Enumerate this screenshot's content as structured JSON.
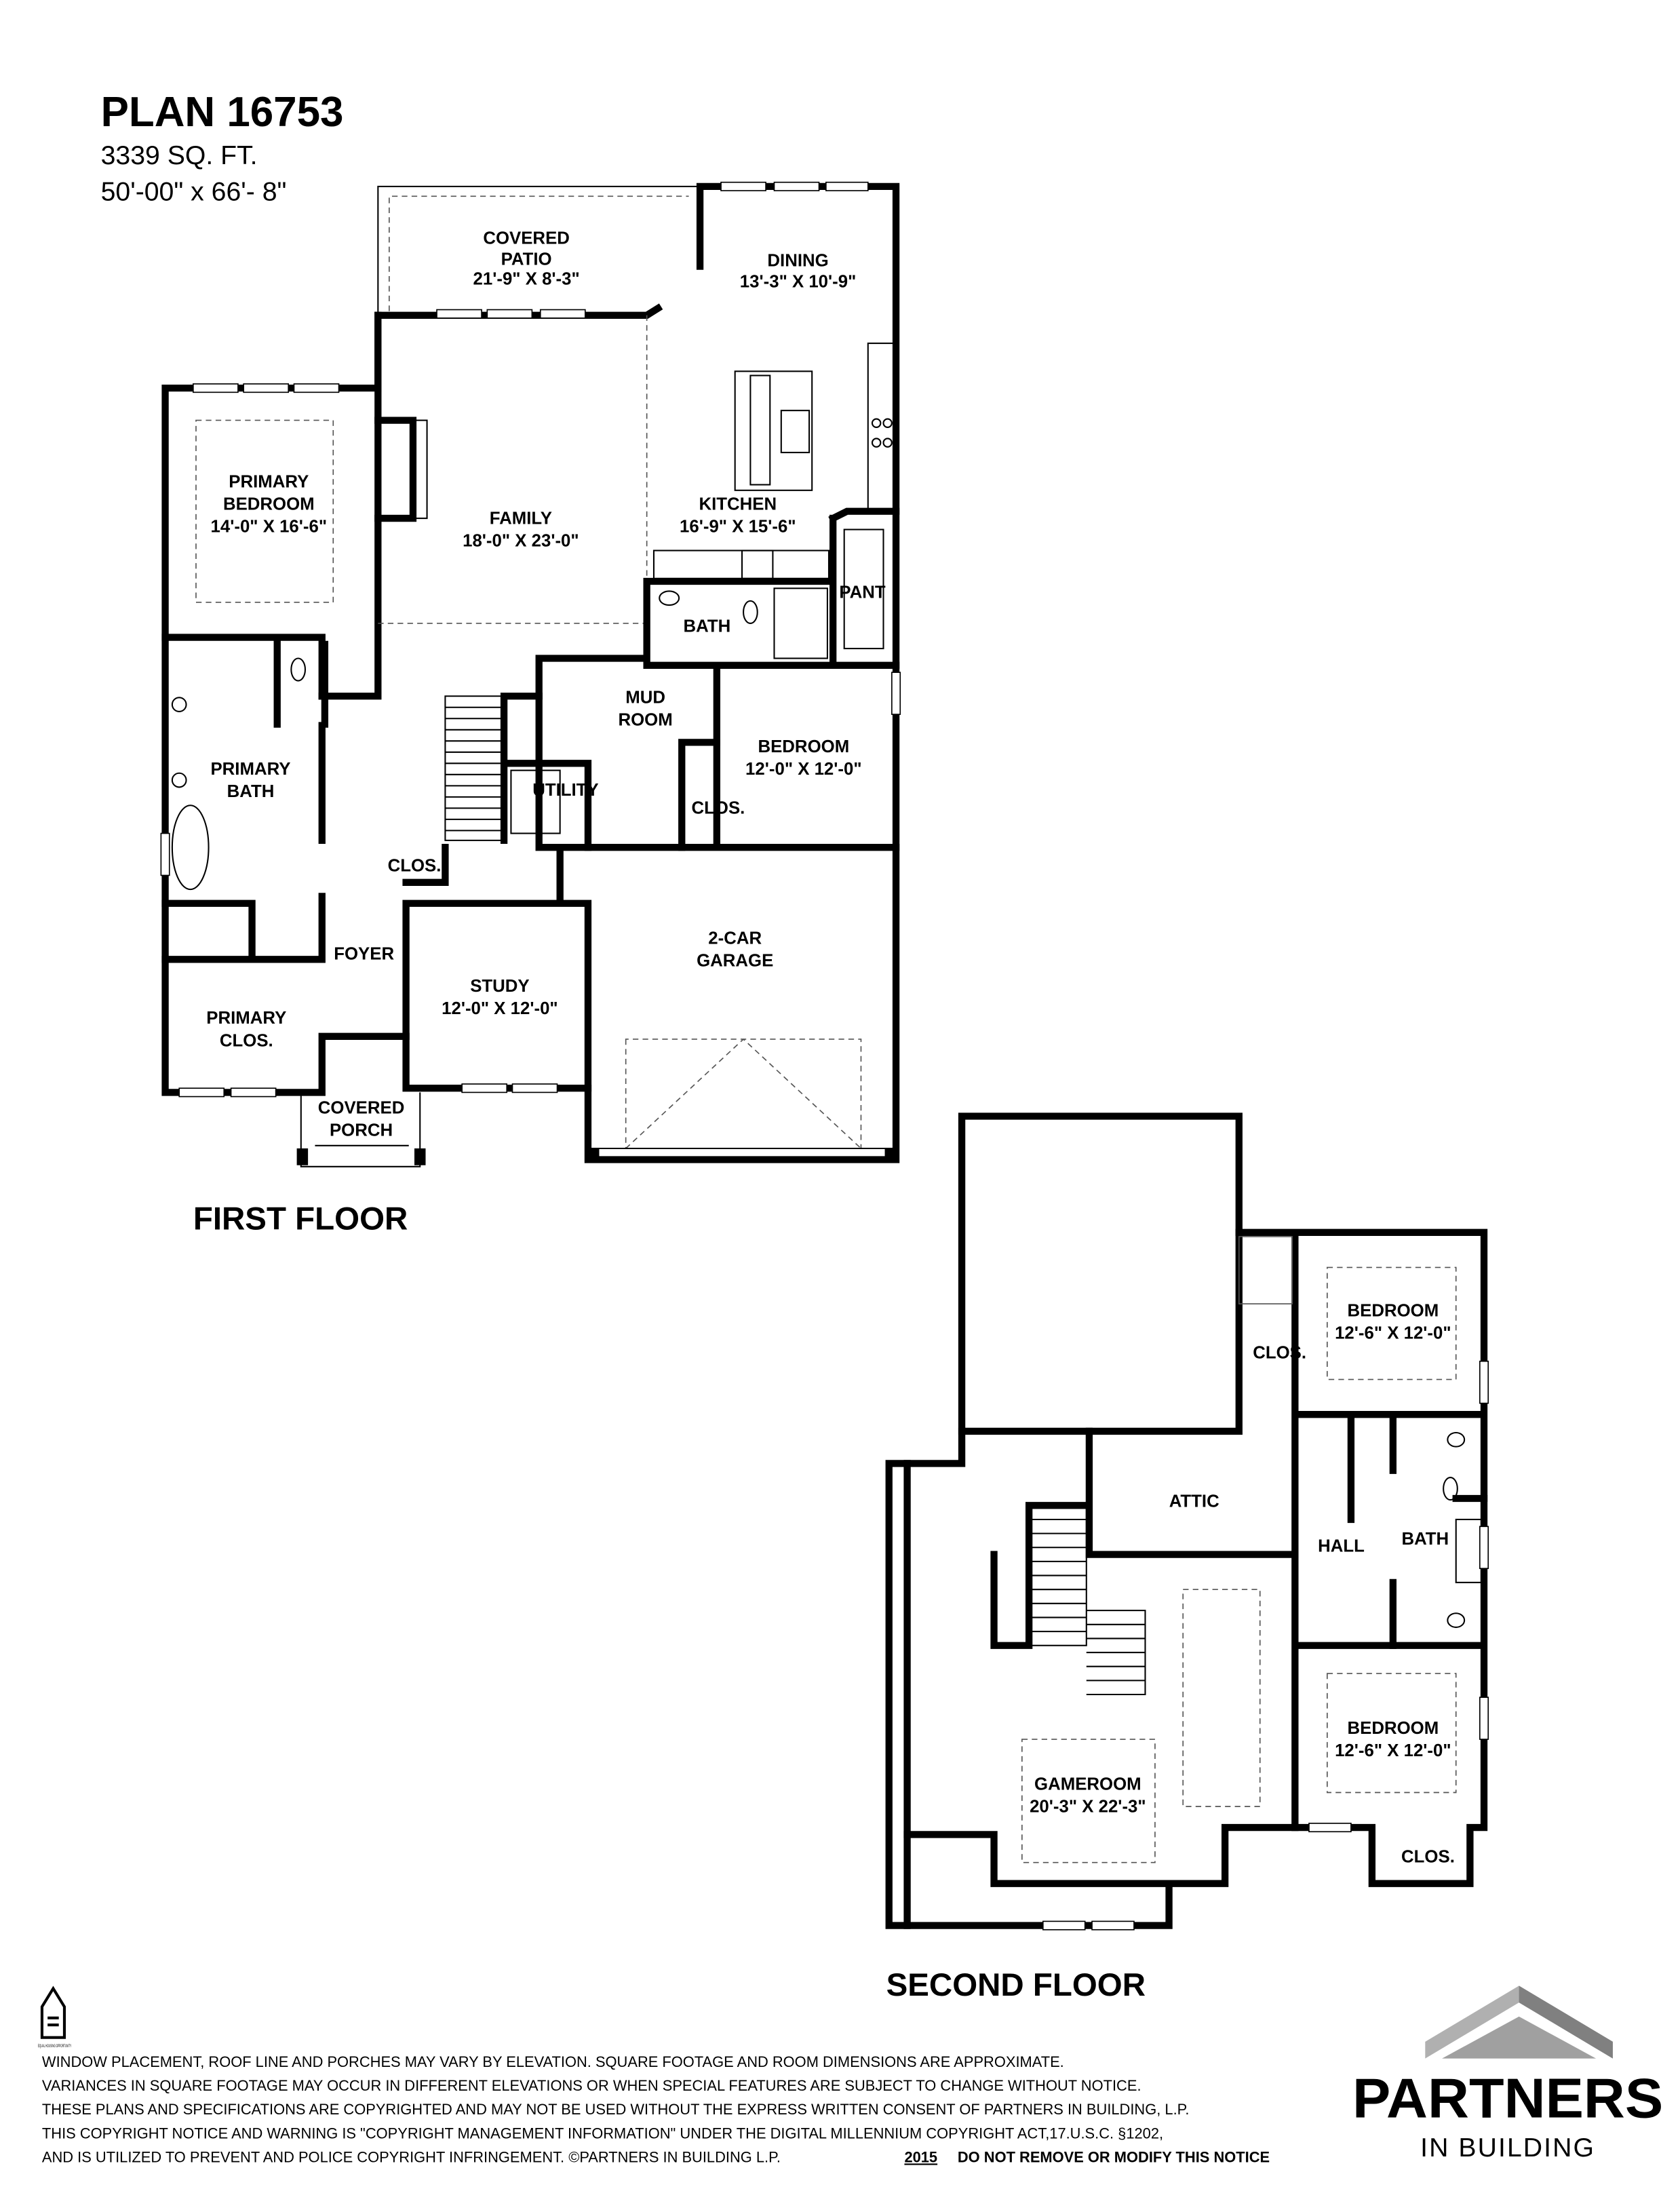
{
  "header": {
    "plan": "PLAN 16753",
    "sqft": "3339 SQ. FT.",
    "dimensions": "50'-00\" x 66'- 8\""
  },
  "first_floor": {
    "title": "FIRST FLOOR",
    "rooms": {
      "covered_patio": [
        "COVERED",
        "PATIO",
        "21'-9\" X 8'-3\""
      ],
      "dining": [
        "DINING",
        "13'-3\" X 10'-9\""
      ],
      "primary_bedroom": [
        "PRIMARY",
        "BEDROOM",
        "14'-0\" X 16'-6\""
      ],
      "family": [
        "FAMILY",
        "18'-0\" X 23'-0\""
      ],
      "kitchen": [
        "KITCHEN",
        "16'-9\" X 15'-6\""
      ],
      "pant": "PANT",
      "bath": "BATH",
      "mud_room": [
        "MUD",
        "ROOM"
      ],
      "bedroom": [
        "BEDROOM",
        "12'-0\" X 12'-0\""
      ],
      "primary_bath": [
        "PRIMARY",
        "BATH"
      ],
      "utility": "UTILITY",
      "clos_bedroom": "CLOS.",
      "clos_foyer": "CLOS.",
      "foyer": "FOYER",
      "study": [
        "STUDY",
        "12'-0\" X 12'-0\""
      ],
      "garage": [
        "2-CAR",
        "GARAGE"
      ],
      "primary_clos": [
        "PRIMARY",
        "CLOS."
      ],
      "covered_porch": [
        "COVERED",
        "PORCH"
      ]
    }
  },
  "second_floor": {
    "title": "SECOND FLOOR",
    "rooms": {
      "bedroom_top": [
        "BEDROOM",
        "12'-6\" X 12'-0\""
      ],
      "clos_top": "CLOS.",
      "attic": "ATTIC",
      "hall": "HALL",
      "bath": "BATH",
      "bedroom_bottom": [
        "BEDROOM",
        "12'-6\" X 12'-0\""
      ],
      "gameroom": [
        "GAMEROOM",
        "20'-3\" X 22'-3\""
      ],
      "clos_bottom": "CLOS."
    }
  },
  "disclaimer": [
    "WINDOW PLACEMENT, ROOF LINE AND PORCHES MAY VARY BY ELEVATION.  SQUARE FOOTAGE AND ROOM DIMENSIONS ARE APPROXIMATE.",
    "VARIANCES IN SQUARE FOOTAGE MAY OCCUR IN DIFFERENT ELEVATIONS OR  WHEN SPECIAL FEATURES ARE SUBJECT TO CHANGE WITHOUT NOTICE.",
    "THESE PLANS AND SPECIFICATIONS ARE COPYRIGHTED AND MAY NOT BE USED WITHOUT THE EXPRESS WRITTEN CONSENT OF PARTNERS IN BUILDING, L.P.",
    "THIS COPYRIGHT NOTICE AND WARNING IS \"COPYRIGHT MANAGEMENT INFORMATION\" UNDER THE DIGITAL MILLENNIUM COPYRIGHT ACT,17.U.S.C.        §1202,",
    "AND IS UTILIZED TO PREVENT AND POLICE COPYRIGHT INFRINGEMENT.  ©PARTNERS IN BUILDING L.P."
  ],
  "disclaimer_year": "2015",
  "disclaimer_tail": "DO NOT REMOVE OR MODIFY THIS NOTICE",
  "logo": {
    "name": "PARTNERS",
    "sub": "IN BUILDING",
    "colors": {
      "light": "#b0b0b0",
      "dark": "#808080"
    }
  },
  "equal_housing": "EQUAL HOUSING OPPORTUNITY"
}
